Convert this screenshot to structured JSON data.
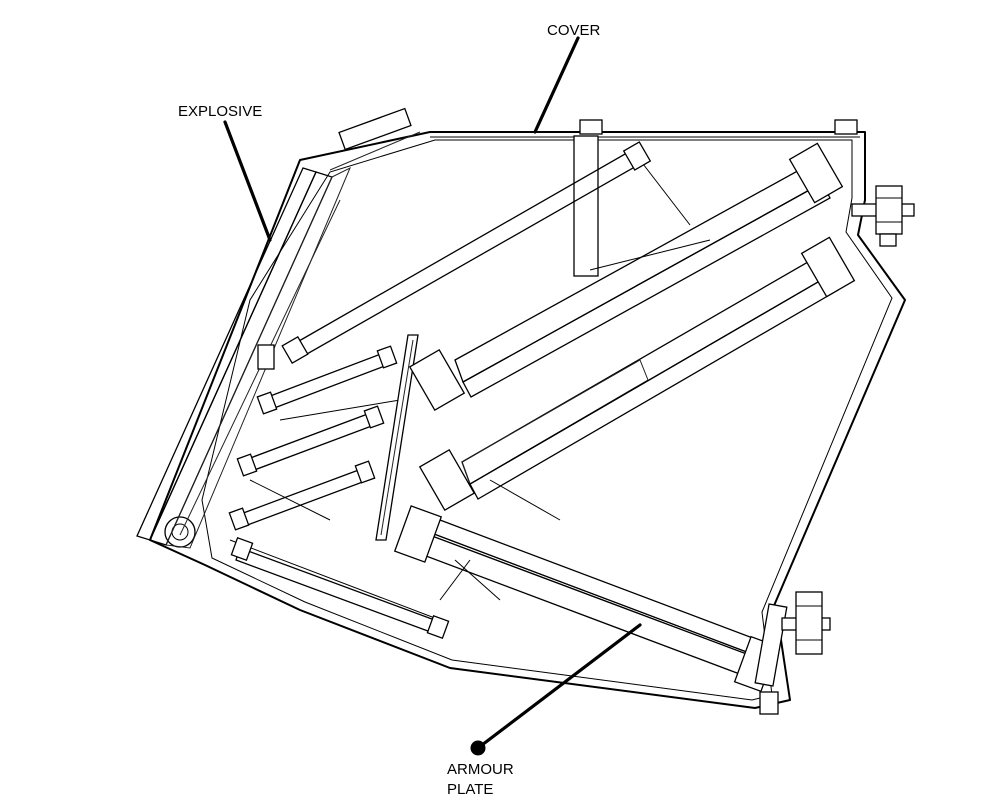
{
  "labels": {
    "cover": "COVER",
    "explosive": "EXPLOSIVE",
    "armour_line1": "ARMOUR",
    "armour_line2": "PLATE"
  },
  "colors": {
    "explosive": "#f1f188",
    "armour": "#3a7f3a",
    "line": "#000000",
    "background": "#ffffff"
  }
}
